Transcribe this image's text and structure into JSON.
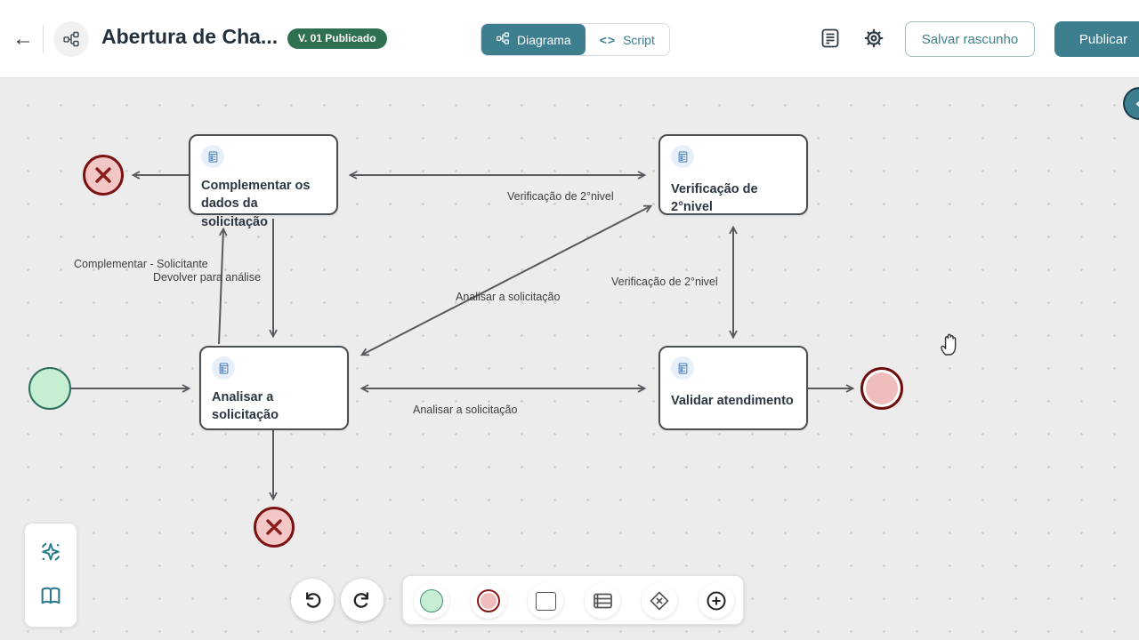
{
  "header": {
    "title": "Abertura de Cha...",
    "version_badge": "V. 01 Publicado",
    "tabs": [
      {
        "label": "Diagrama",
        "active": true
      },
      {
        "label": "Script",
        "active": false
      }
    ],
    "save_draft_label": "Salvar rascunho",
    "publish_label": "Publicar"
  },
  "icons": {
    "back": "←",
    "code": "<>",
    "app": "org-chart",
    "document": "notes-panel",
    "settings": "gear",
    "collapse": "chevron-left",
    "assistant": "sparkle",
    "docs": "open-book",
    "undo": "undo-arrow",
    "redo": "redo-arrow"
  },
  "diagram": {
    "tasks": [
      {
        "id": "complementar",
        "label": "Complementar os dados da solicitação"
      },
      {
        "id": "verificacao",
        "label": "Verificação de 2°nivel"
      },
      {
        "id": "analisar",
        "label": "Analisar a solicitação"
      },
      {
        "id": "validar",
        "label": "Validar atendimento"
      }
    ],
    "events": [
      {
        "id": "start",
        "type": "start-event"
      },
      {
        "id": "end-error-top",
        "type": "error-end-event"
      },
      {
        "id": "end-error-bottom",
        "type": "error-end-event"
      },
      {
        "id": "end",
        "type": "end-event"
      }
    ],
    "edge_labels": [
      {
        "text": "Verificação de 2°nivel"
      },
      {
        "text": "Complementar - Solicitante"
      },
      {
        "text": "Devolver para análise"
      },
      {
        "text": "Analisar a solicitação"
      },
      {
        "text": "Verificação de 2°nivel"
      },
      {
        "text": "Analisar a solicitação"
      }
    ]
  },
  "palette": [
    {
      "name": "start-event"
    },
    {
      "name": "end-event"
    },
    {
      "name": "task"
    },
    {
      "name": "lanes"
    },
    {
      "name": "gateway"
    },
    {
      "name": "add-element"
    }
  ],
  "colors": {
    "accent_teal": "#3d7e8f",
    "badge_green": "#2f7050",
    "start_fill": "#c5efd0",
    "start_border": "#2c6e5f",
    "error_fill": "#f4c7c7",
    "error_border": "#7c1313",
    "end_fill": "#f0bdbd",
    "edge_stroke": "#565a5e"
  }
}
